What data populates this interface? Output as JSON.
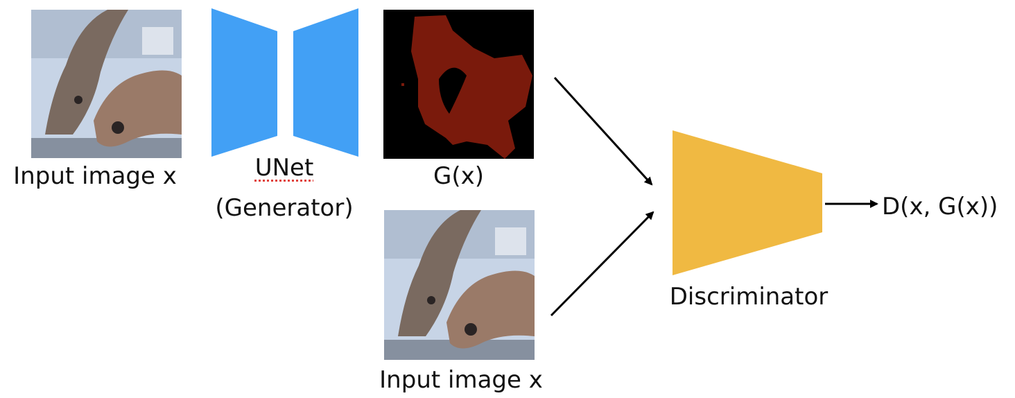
{
  "labels": {
    "input_top": "Input image x",
    "unet": "UNet",
    "generator": "(Generator)",
    "gx": "G(x)",
    "input_bottom": "Input image x",
    "discriminator": "Discriminator",
    "output": "D(x, G(x))"
  },
  "colors": {
    "generator_blue": "#42a0f5",
    "discriminator_gold": "#f0b942",
    "mask_red": "#7a1a0c",
    "mask_background": "#000000",
    "arrow": "#000000",
    "photo_background": "#c7d4e6",
    "newt_body": "#7a6a60",
    "newt_head": "#9a7a68"
  }
}
